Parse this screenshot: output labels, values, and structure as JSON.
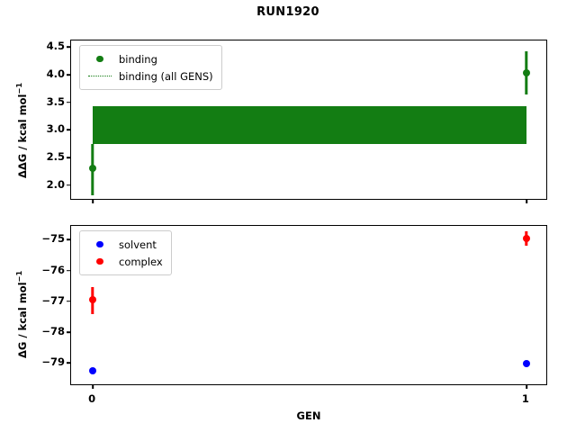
{
  "title": "RUN1920",
  "xlabel": "GEN",
  "colors": {
    "binding": "#137d13",
    "solvent": "#0000ff",
    "complex": "#ff0000",
    "frame": "#000000",
    "background": "#ffffff"
  },
  "top_panel": {
    "ylabel": "ΔΔG / kcal mol",
    "ylabel_exponent": "−1",
    "yticks": [
      "2.0",
      "2.5",
      "3.0",
      "3.5",
      "4.0",
      "4.5"
    ],
    "legend": [
      {
        "label": "binding",
        "key": "dot",
        "color": "#137d13"
      },
      {
        "label": "binding (all GENS)",
        "key": "dotted-line",
        "color": "#137d13"
      }
    ]
  },
  "bottom_panel": {
    "ylabel": "ΔG / kcal mol",
    "ylabel_exponent": "−1",
    "yticks": [
      "−79",
      "−78",
      "−77",
      "−76",
      "−75"
    ],
    "legend": [
      {
        "label": "solvent",
        "key": "dot",
        "color": "#0000ff"
      },
      {
        "label": "complex",
        "key": "dot",
        "color": "#ff0000"
      }
    ]
  },
  "xticks": [
    "0",
    "1"
  ],
  "chart_data": [
    {
      "type": "scatter",
      "panel": "top",
      "title": "RUN1920",
      "xlabel": "GEN",
      "ylabel": "ΔΔG / kcal mol⁻¹",
      "xlim": [
        -0.05,
        1.05
      ],
      "ylim": [
        1.72,
        4.62
      ],
      "grid": false,
      "legend_position": "upper left",
      "x": [
        0,
        1
      ],
      "series": [
        {
          "name": "binding",
          "color": "#137d13",
          "values": [
            2.31,
            4.03
          ],
          "yerr_low": [
            0.5,
            0.39
          ],
          "yerr_high": [
            0.43,
            0.4
          ]
        }
      ],
      "bands": [
        {
          "name": "binding (all GENS)",
          "color": "#137d13",
          "y_low": 2.74,
          "y_high": 3.43,
          "x_start": 0,
          "x_end": 1
        }
      ]
    },
    {
      "type": "scatter",
      "panel": "bottom",
      "xlabel": "GEN",
      "ylabel": "ΔG / kcal mol⁻¹",
      "xlim": [
        -0.05,
        1.05
      ],
      "ylim": [
        -79.75,
        -74.55
      ],
      "grid": false,
      "legend_position": "upper left",
      "x": [
        0,
        1
      ],
      "series": [
        {
          "name": "solvent",
          "color": "#0000ff",
          "values": [
            -79.26,
            -79.02
          ],
          "yerr_low": [
            0.05,
            0.05
          ],
          "yerr_high": [
            0.05,
            0.07
          ]
        },
        {
          "name": "complex",
          "color": "#ff0000",
          "values": [
            -76.95,
            -74.97
          ],
          "yerr_low": [
            0.45,
            0.22
          ],
          "yerr_high": [
            0.42,
            0.25
          ]
        }
      ]
    }
  ]
}
